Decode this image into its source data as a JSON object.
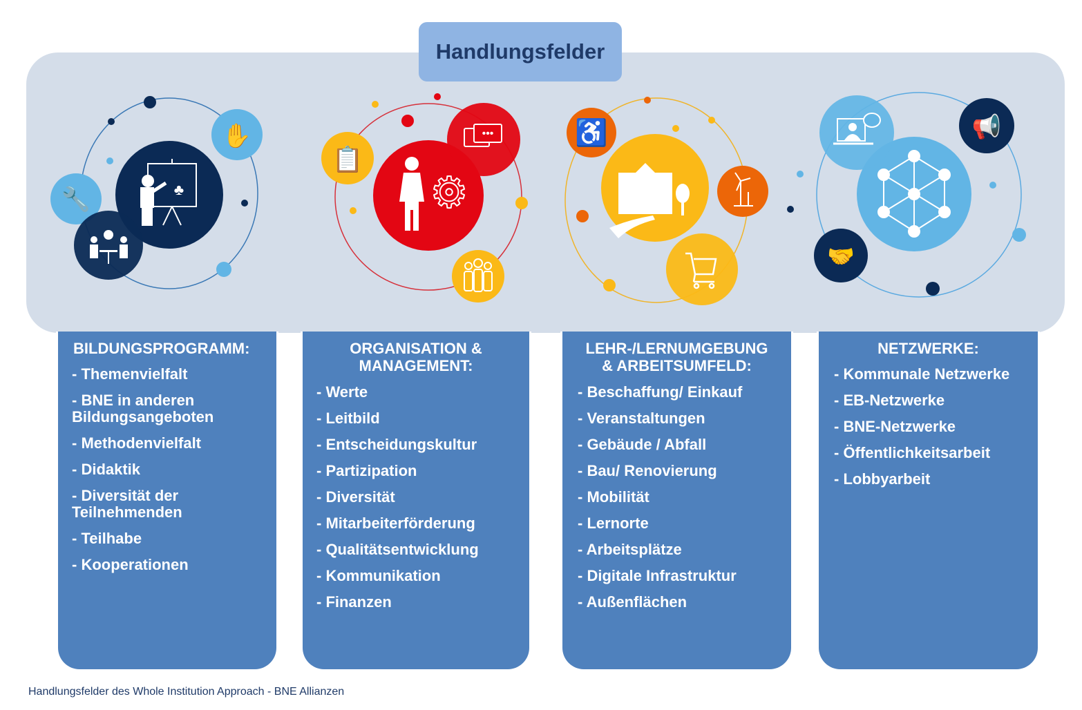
{
  "title": "Handlungsfelder",
  "colors": {
    "panel_bg": "#d4dde9",
    "title_bg": "#8fb4e3",
    "column_bg": "#4f81bd",
    "navy": "#0b2a55",
    "light_blue": "#62b5e5",
    "red": "#e30613",
    "yellow": "#fbb917",
    "orange": "#ec6608"
  },
  "columns": [
    {
      "heading": [
        "BILDUNGSPROGRAMM:"
      ],
      "items": [
        "- Themenvielfalt",
        "- BNE in anderen Bildungsangeboten",
        "- Methodenvielfalt",
        "- Didaktik",
        "- Diversität der Teilnehmenden",
        "- Teilhabe",
        "- Kooperationen"
      ]
    },
    {
      "heading": [
        "ORGANISATION &",
        "MANAGEMENT:"
      ],
      "items": [
        "- Werte",
        "- Leitbild",
        "- Entscheidungskultur",
        "- Partizipation",
        "- Diversität",
        "- Mitarbeiterförderung",
        "- Qualitätsentwicklung",
        "- Kommunikation",
        "- Finanzen"
      ]
    },
    {
      "heading": [
        "LEHR-/LERNUMGEBUNG",
        "& ARBEITSUMFELD:"
      ],
      "items": [
        "- Beschaffung/ Einkauf",
        "- Veranstaltungen",
        "- Gebäude / Abfall",
        "- Bau/ Renovierung",
        "- Mobilität",
        "- Lernorte",
        "- Arbeitsplätze",
        "- Digitale Infrastruktur",
        "- Außenflächen"
      ]
    },
    {
      "heading": [
        "NETZWERKE:"
      ],
      "items": [
        "- Kommunale Netzwerke",
        "- EB-Netzwerke",
        "- BNE-Netzwerke",
        "- Öffentlichkeitsarbeit",
        "- Lobbyarbeit"
      ]
    }
  ],
  "icons": [
    "presentation-icon",
    "raised-hands-icon",
    "wrench-icon",
    "team-meeting-icon",
    "person-gear-icon",
    "chat-icon",
    "clipboard-icon",
    "group-icon",
    "building-icon",
    "wheelchair-icon",
    "wind-turbine-icon",
    "shopping-cart-icon",
    "network-icon",
    "video-call-icon",
    "megaphone-icon",
    "handshake-icon"
  ],
  "caption": "Handlungsfelder des Whole Institution Approach - BNE Allianzen"
}
